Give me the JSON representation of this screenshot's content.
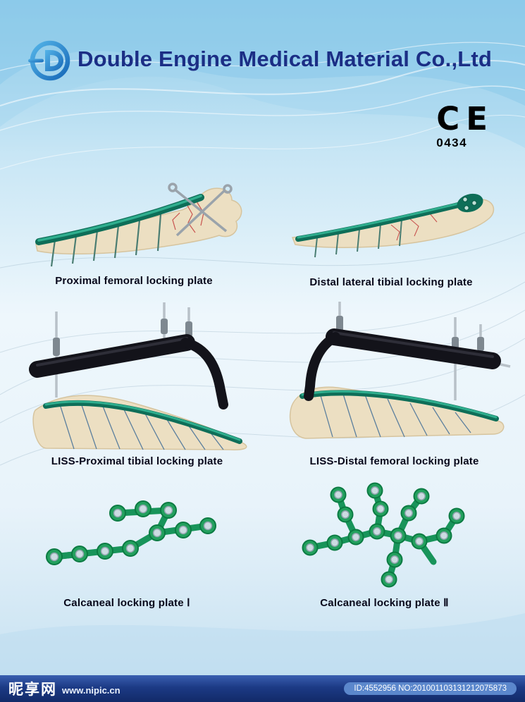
{
  "header": {
    "company_name": "Double Engine Medical Material Co.,Ltd",
    "logo_icon": "double-engine-logo",
    "ce_mark": "CE",
    "ce_number": "0434"
  },
  "products": [
    {
      "label": "Proximal femoral locking plate"
    },
    {
      "label": "Distal lateral tibial locking plate"
    },
    {
      "label": "LISS-Proximal tibial locking plate"
    },
    {
      "label": "LISS-Distal femoral locking plate"
    },
    {
      "label": "Calcaneal locking plate Ⅰ"
    },
    {
      "label": "Calcaneal locking plate Ⅱ"
    }
  ],
  "footer": {
    "site_name": "昵享网",
    "site_url": "www.nipic.cn",
    "image_info": "ID:4552956 NO:201001103131212075873"
  },
  "colors": {
    "brand_navy": "#1b2e85",
    "logo_blue": "#1e7ccb",
    "plate_green": "#0e6e58",
    "calcaneal_green": "#1c9658",
    "bone": "#ecdfc2",
    "footer_blue": "#1c3a85",
    "background_blue": "#c8e6f5"
  }
}
